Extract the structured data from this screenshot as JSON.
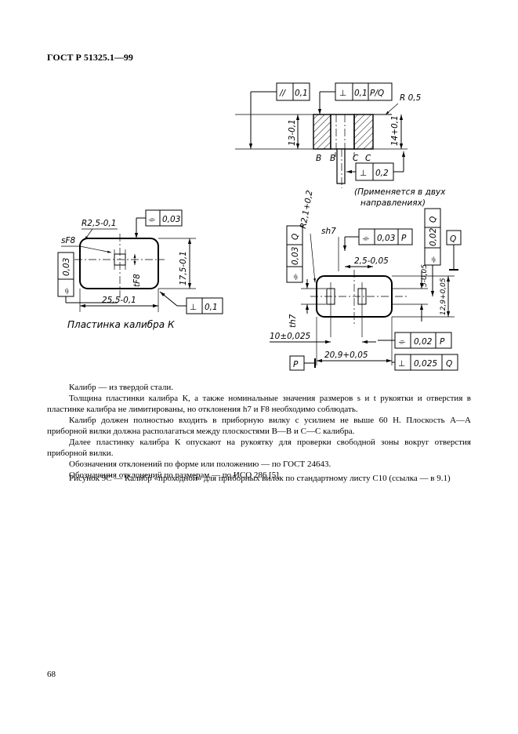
{
  "header": {
    "standard": "ГОСТ Р 51325.1—99"
  },
  "drawing": {
    "fcf_parallel_symbol": "//",
    "fcf_parallel_value": "0,1",
    "fcf_perp_symbol": "⊥",
    "fcf_perp_top_value": "0,1",
    "fcf_perp_top_datum": "P/Q",
    "radius_top": "R 0,5",
    "dim_13": "13-0,1",
    "dim_14": "14+0,1",
    "section_b1": "B",
    "section_b2": "B",
    "section_c1": "C",
    "section_c2": "C",
    "fcf_perp_mid_value": "0,2",
    "note_line1": "(Применяется в двух",
    "note_line2": "направлениях)",
    "radius_left": "R2,5-0,1",
    "fcf_sym_symbol": "⌯",
    "fcf_sym_left_value": "0,03",
    "sF8": "sF8",
    "tF8": "tF8",
    "dim_17_5": "17,5-0,1",
    "dim_25_5": "25,5-0,1",
    "fcf_perp_left_value": "0,1",
    "left_caption": "Пластинка калибра К",
    "radius_right": "R2,1+0,2",
    "sh7": "sh7",
    "fcf_sym_right_top_value": "0,03",
    "fcf_datum_p": "P",
    "fcf_vert_q1_value": "0,03",
    "fcf_datum_q": "Q",
    "dim_2_5": "2,5-0,05",
    "fcf_vert_q2_value": "0,02",
    "datum_q_box": "Q",
    "dim_5": "5-0,05",
    "dim_12_9": "12,9+0,05",
    "th7": "th7",
    "dim_10": "10±0,025",
    "fcf_sym_bottom_value": "0,02",
    "dim_20_9": "20,9+0,05",
    "datum_p_box": "P",
    "fcf_perp_bottom_value": "0,025"
  },
  "body": {
    "p1": "Калибр — из твердой стали.",
    "p2": "Толщина пластинки калибра К, а также номинальные значения размеров s и t рукоятки и отверстия в пластинке калибра не лимитированы, но отклонения h7 и F8 необходимо соблюдать.",
    "p3": "Калибр должен полностью входить в приборную вилку с усилием не выше 60 Н. Плоскость A—A приборной вилки должна располагаться между плоскостями B—B и C—C калибра.",
    "p4": "Далее пластинку калибра К опускают на рукоятку для проверки свободной зоны вокруг отверстия приборной вилки.",
    "p5": "Обозначения отклонений по форме или положению — по ГОСТ 24643.",
    "p6": "Обозначения отклонений по размерам — по ИСО 286 [5]."
  },
  "caption": "Рисунок 9С — Калибр «проходной» для приборных вилок по стандартному листу С10 (ссылка — в 9.1)",
  "page_number": "68"
}
